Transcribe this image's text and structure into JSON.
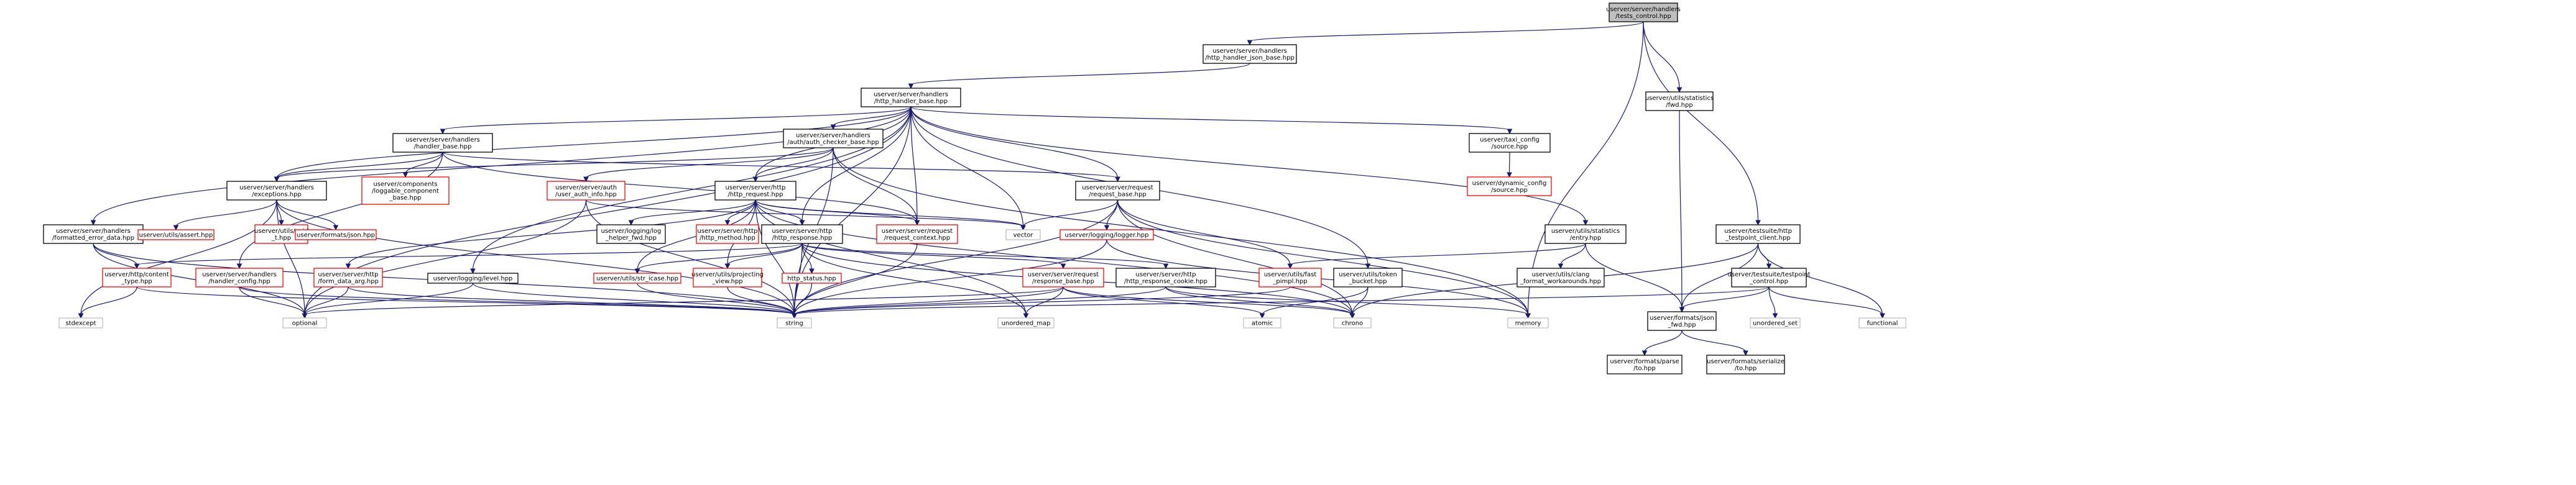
{
  "graph": {
    "root": "root",
    "nodes": [
      {
        "id": "root",
        "lines": [
          "userver/server/handlers",
          "/tests_control.hpp"
        ],
        "style": "root"
      },
      {
        "id": "hjb",
        "lines": [
          "userver/server/handlers",
          "/http_handler_json_base.hpp"
        ],
        "style": "normal"
      },
      {
        "id": "hhb",
        "lines": [
          "userver/server/handlers",
          "/http_handler_base.hpp"
        ],
        "style": "normal"
      },
      {
        "id": "hb",
        "lines": [
          "userver/server/handlers",
          "/handler_base.hpp"
        ],
        "style": "normal"
      },
      {
        "id": "acb",
        "lines": [
          "userver/server/handlers",
          "/auth/auth_checker_base.hpp"
        ],
        "style": "normal"
      },
      {
        "id": "tcs",
        "lines": [
          "userver/taxi_config",
          "/source.hpp"
        ],
        "style": "normal"
      },
      {
        "id": "dcs",
        "lines": [
          "userver/dynamic_config",
          "/source.hpp"
        ],
        "style": "red"
      },
      {
        "id": "usf",
        "lines": [
          "userver/utils/statistics",
          "/fwd.hpp"
        ],
        "style": "normal"
      },
      {
        "id": "exc",
        "lines": [
          "userver/server/handlers",
          "/exceptions.hpp"
        ],
        "style": "normal"
      },
      {
        "id": "lcb",
        "lines": [
          "userver/components",
          "/loggable_component",
          "_base.hpp"
        ],
        "style": "red"
      },
      {
        "id": "uai",
        "lines": [
          "userver/server/auth",
          "/user_auth_info.hpp"
        ],
        "style": "red"
      },
      {
        "id": "hreq",
        "lines": [
          "userver/server/http",
          "/http_request.hpp"
        ],
        "style": "normal"
      },
      {
        "id": "rb",
        "lines": [
          "userver/server/request",
          "/request_base.hpp"
        ],
        "style": "normal"
      },
      {
        "id": "use",
        "lines": [
          "userver/utils/statistics",
          "/entry.hpp"
        ],
        "style": "normal"
      },
      {
        "id": "htc",
        "lines": [
          "userver/testsuite/http",
          "_testpoint_client.hpp"
        ],
        "style": "normal"
      },
      {
        "id": "fed",
        "lines": [
          "userver/server/handlers",
          "/formatted_error_data.hpp"
        ],
        "style": "normal"
      },
      {
        "id": "uas",
        "lines": [
          "userver/utils/assert.hpp"
        ],
        "style": "red"
      },
      {
        "id": "uvt",
        "lines": [
          "userver/utils/void",
          "_t.hpp"
        ],
        "style": "red"
      },
      {
        "id": "fj",
        "lines": [
          "userver/formats/json.hpp"
        ],
        "style": "red"
      },
      {
        "id": "lhf",
        "lines": [
          "userver/logging/log",
          "_helper_fwd.hpp"
        ],
        "style": "normal"
      },
      {
        "id": "hm",
        "lines": [
          "userver/server/http",
          "/http_method.hpp"
        ],
        "style": "red"
      },
      {
        "id": "hresp",
        "lines": [
          "userver/server/http",
          "/http_response.hpp"
        ],
        "style": "normal"
      },
      {
        "id": "rc",
        "lines": [
          "userver/server/request",
          "/request_context.hpp"
        ],
        "style": "red"
      },
      {
        "id": "vec",
        "lines": [
          "vector"
        ],
        "style": "gray"
      },
      {
        "id": "lg",
        "lines": [
          "userver/logging/logger.hpp"
        ],
        "style": "red"
      },
      {
        "id": "ulw",
        "lines": [
          "userver/utils/clang",
          "_format_workarounds.hpp"
        ],
        "style": "normal"
      },
      {
        "id": "tpc",
        "lines": [
          "userver/testsuite/testpoint",
          "_control.hpp"
        ],
        "style": "normal"
      },
      {
        "id": "hct",
        "lines": [
          "userver/http/content",
          "_type.hpp"
        ],
        "style": "red"
      },
      {
        "id": "hcfg",
        "lines": [
          "userver/server/handlers",
          "/handler_config.hpp"
        ],
        "style": "red"
      },
      {
        "id": "fda",
        "lines": [
          "userver/server/http",
          "/form_data_arg.hpp"
        ],
        "style": "red"
      },
      {
        "id": "lvl",
        "lines": [
          "userver/logging/level.hpp"
        ],
        "style": "normal"
      },
      {
        "id": "sic",
        "lines": [
          "userver/utils/str_icase.hpp"
        ],
        "style": "red"
      },
      {
        "id": "upv",
        "lines": [
          "userver/utils/projecting",
          "_view.hpp"
        ],
        "style": "red"
      },
      {
        "id": "hs",
        "lines": [
          "http_status.hpp"
        ],
        "style": "red"
      },
      {
        "id": "rsb",
        "lines": [
          "userver/server/request",
          "/response_base.hpp"
        ],
        "style": "red"
      },
      {
        "id": "hrc",
        "lines": [
          "userver/server/http",
          "/http_response_cookie.hpp"
        ],
        "style": "normal"
      },
      {
        "id": "ufp",
        "lines": [
          "userver/utils/fast",
          "_pimpl.hpp"
        ],
        "style": "red"
      },
      {
        "id": "utb",
        "lines": [
          "userver/utils/token",
          "_bucket.hpp"
        ],
        "style": "normal"
      },
      {
        "id": "fjf",
        "lines": [
          "userver/formats/json",
          "_fwd.hpp"
        ],
        "style": "normal"
      },
      {
        "id": "stdx",
        "lines": [
          "stdexcept"
        ],
        "style": "gray"
      },
      {
        "id": "opt",
        "lines": [
          "optional"
        ],
        "style": "gray"
      },
      {
        "id": "str",
        "lines": [
          "string"
        ],
        "style": "gray"
      },
      {
        "id": "umap",
        "lines": [
          "unordered_map"
        ],
        "style": "gray"
      },
      {
        "id": "atom",
        "lines": [
          "atomic"
        ],
        "style": "gray"
      },
      {
        "id": "chr",
        "lines": [
          "chrono"
        ],
        "style": "gray"
      },
      {
        "id": "mem",
        "lines": [
          "memory"
        ],
        "style": "gray"
      },
      {
        "id": "uset",
        "lines": [
          "unordered_set"
        ],
        "style": "gray"
      },
      {
        "id": "func",
        "lines": [
          "functional"
        ],
        "style": "gray"
      },
      {
        "id": "fpt",
        "lines": [
          "userver/formats/parse",
          "/to.hpp"
        ],
        "style": "normal"
      },
      {
        "id": "fst",
        "lines": [
          "userver/formats/serialize",
          "/to.hpp"
        ],
        "style": "normal"
      }
    ],
    "edges": [
      [
        "root",
        "hjb"
      ],
      [
        "root",
        "usf"
      ],
      [
        "root",
        "htc"
      ],
      [
        "root",
        "mem"
      ],
      [
        "hjb",
        "hhb"
      ],
      [
        "hhb",
        "hb"
      ],
      [
        "hhb",
        "acb"
      ],
      [
        "hhb",
        "tcs"
      ],
      [
        "hhb",
        "exc"
      ],
      [
        "hhb",
        "fed"
      ],
      [
        "hhb",
        "hreq"
      ],
      [
        "hhb",
        "rb"
      ],
      [
        "hhb",
        "vec"
      ],
      [
        "hhb",
        "lvl"
      ],
      [
        "hhb",
        "use"
      ],
      [
        "hhb",
        "utb"
      ],
      [
        "hhb",
        "hresp"
      ],
      [
        "hhb",
        "rc"
      ],
      [
        "hhb",
        "opt"
      ],
      [
        "hhb",
        "str"
      ],
      [
        "tcs",
        "dcs"
      ],
      [
        "usf",
        "fjf"
      ],
      [
        "hb",
        "exc"
      ],
      [
        "hb",
        "lcb"
      ],
      [
        "hb",
        "rb"
      ],
      [
        "hb",
        "rc"
      ],
      [
        "hb",
        "hcfg"
      ],
      [
        "acb",
        "uai"
      ],
      [
        "acb",
        "hreq"
      ],
      [
        "acb",
        "rc"
      ],
      [
        "acb",
        "exc"
      ],
      [
        "acb",
        "str"
      ],
      [
        "acb",
        "mem"
      ],
      [
        "exc",
        "uas"
      ],
      [
        "exc",
        "uvt"
      ],
      [
        "exc",
        "fj"
      ],
      [
        "exc",
        "stdx"
      ],
      [
        "exc",
        "opt"
      ],
      [
        "exc",
        "str"
      ],
      [
        "uai",
        "vec"
      ],
      [
        "uai",
        "str"
      ],
      [
        "uai",
        "opt"
      ],
      [
        "hreq",
        "lhf"
      ],
      [
        "hreq",
        "hm"
      ],
      [
        "hreq",
        "hresp"
      ],
      [
        "hreq",
        "rc"
      ],
      [
        "hreq",
        "fda"
      ],
      [
        "hreq",
        "sic"
      ],
      [
        "hreq",
        "upv"
      ],
      [
        "hreq",
        "chr"
      ],
      [
        "hreq",
        "umap"
      ],
      [
        "hreq",
        "str"
      ],
      [
        "hreq",
        "vec"
      ],
      [
        "rb",
        "lg"
      ],
      [
        "rb",
        "vec"
      ],
      [
        "rb",
        "chr"
      ],
      [
        "rb",
        "mem"
      ],
      [
        "rb",
        "str"
      ],
      [
        "rb",
        "ufp"
      ],
      [
        "use",
        "ulw"
      ],
      [
        "use",
        "fjf"
      ],
      [
        "use",
        "ufp"
      ],
      [
        "htc",
        "tpc"
      ],
      [
        "htc",
        "fjf"
      ],
      [
        "htc",
        "func"
      ],
      [
        "htc",
        "chr"
      ],
      [
        "fed",
        "hct"
      ],
      [
        "fed",
        "opt"
      ],
      [
        "fed",
        "str"
      ],
      [
        "hresp",
        "hct"
      ],
      [
        "hresp",
        "hs"
      ],
      [
        "hresp",
        "rsb"
      ],
      [
        "hresp",
        "hrc"
      ],
      [
        "hresp",
        "sic"
      ],
      [
        "hresp",
        "upv"
      ],
      [
        "hresp",
        "umap"
      ],
      [
        "hresp",
        "str"
      ],
      [
        "hresp",
        "chr"
      ],
      [
        "lg",
        "str"
      ],
      [
        "lg",
        "mem"
      ],
      [
        "tpc",
        "fjf"
      ],
      [
        "tpc",
        "uset"
      ],
      [
        "tpc",
        "func"
      ],
      [
        "tpc",
        "str"
      ],
      [
        "hct",
        "stdx"
      ],
      [
        "hct",
        "str"
      ],
      [
        "hcfg",
        "opt"
      ],
      [
        "hcfg",
        "str"
      ],
      [
        "fda",
        "opt"
      ],
      [
        "fda",
        "str"
      ],
      [
        "lvl",
        "opt"
      ],
      [
        "lvl",
        "str"
      ],
      [
        "sic",
        "str"
      ],
      [
        "upv",
        "str"
      ],
      [
        "hs",
        "str"
      ],
      [
        "rc",
        "str"
      ],
      [
        "rsb",
        "atom"
      ],
      [
        "rsb",
        "chr"
      ],
      [
        "rsb",
        "umap"
      ],
      [
        "rsb",
        "str"
      ],
      [
        "rsb",
        "opt"
      ],
      [
        "hrc",
        "chr"
      ],
      [
        "hrc",
        "mem"
      ],
      [
        "hrc",
        "str"
      ],
      [
        "ufp",
        "str"
      ],
      [
        "utb",
        "atom"
      ],
      [
        "utb",
        "chr"
      ],
      [
        "fjf",
        "fpt"
      ],
      [
        "fjf",
        "fst"
      ]
    ]
  }
}
